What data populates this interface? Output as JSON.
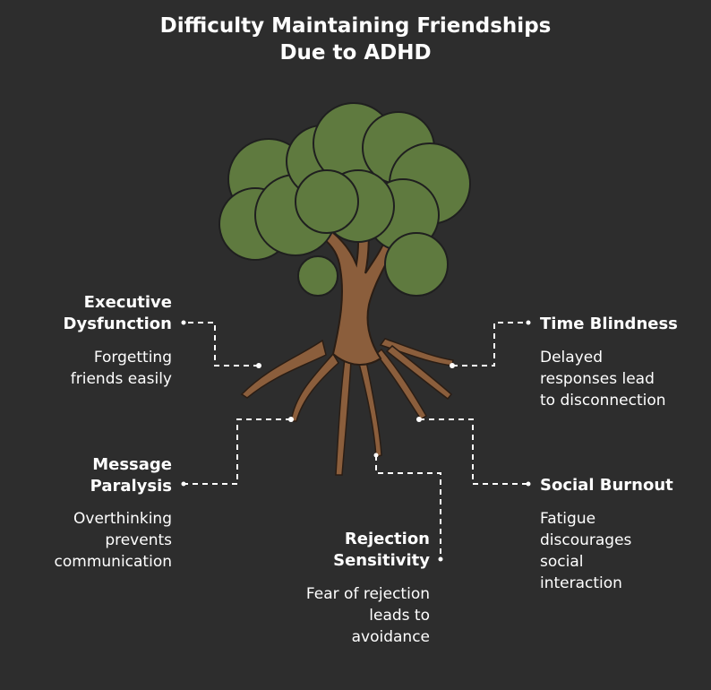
{
  "title": {
    "line1": "Difficulty Maintaining Friendships",
    "line2": "Due to ADHD"
  },
  "colors": {
    "background": "#2d2d2d",
    "foliage": "#5f7a3f",
    "trunk": "#8b5e3c",
    "outline": "#222222",
    "text": "#ffffff",
    "connector": "#ffffff"
  },
  "nodes": {
    "executive": {
      "heading_line1": "Executive",
      "heading_line2": "Dysfunction",
      "desc_line1": "Forgetting",
      "desc_line2": "friends easily"
    },
    "time": {
      "heading": "Time Blindness",
      "desc_line1": "Delayed",
      "desc_line2": "responses lead",
      "desc_line3": "to disconnection"
    },
    "message": {
      "heading_line1": "Message",
      "heading_line2": "Paralysis",
      "desc_line1": "Overthinking",
      "desc_line2": "prevents",
      "desc_line3": "communication"
    },
    "burnout": {
      "heading": "Social Burnout",
      "desc_line1": "Fatigue",
      "desc_line2": "discourages",
      "desc_line3": "social",
      "desc_line4": "interaction"
    },
    "rejection": {
      "heading_line1": "Rejection",
      "heading_line2": "Sensitivity",
      "desc_line1": "Fear of rejection",
      "desc_line2": "leads to",
      "desc_line3": "avoidance"
    }
  }
}
